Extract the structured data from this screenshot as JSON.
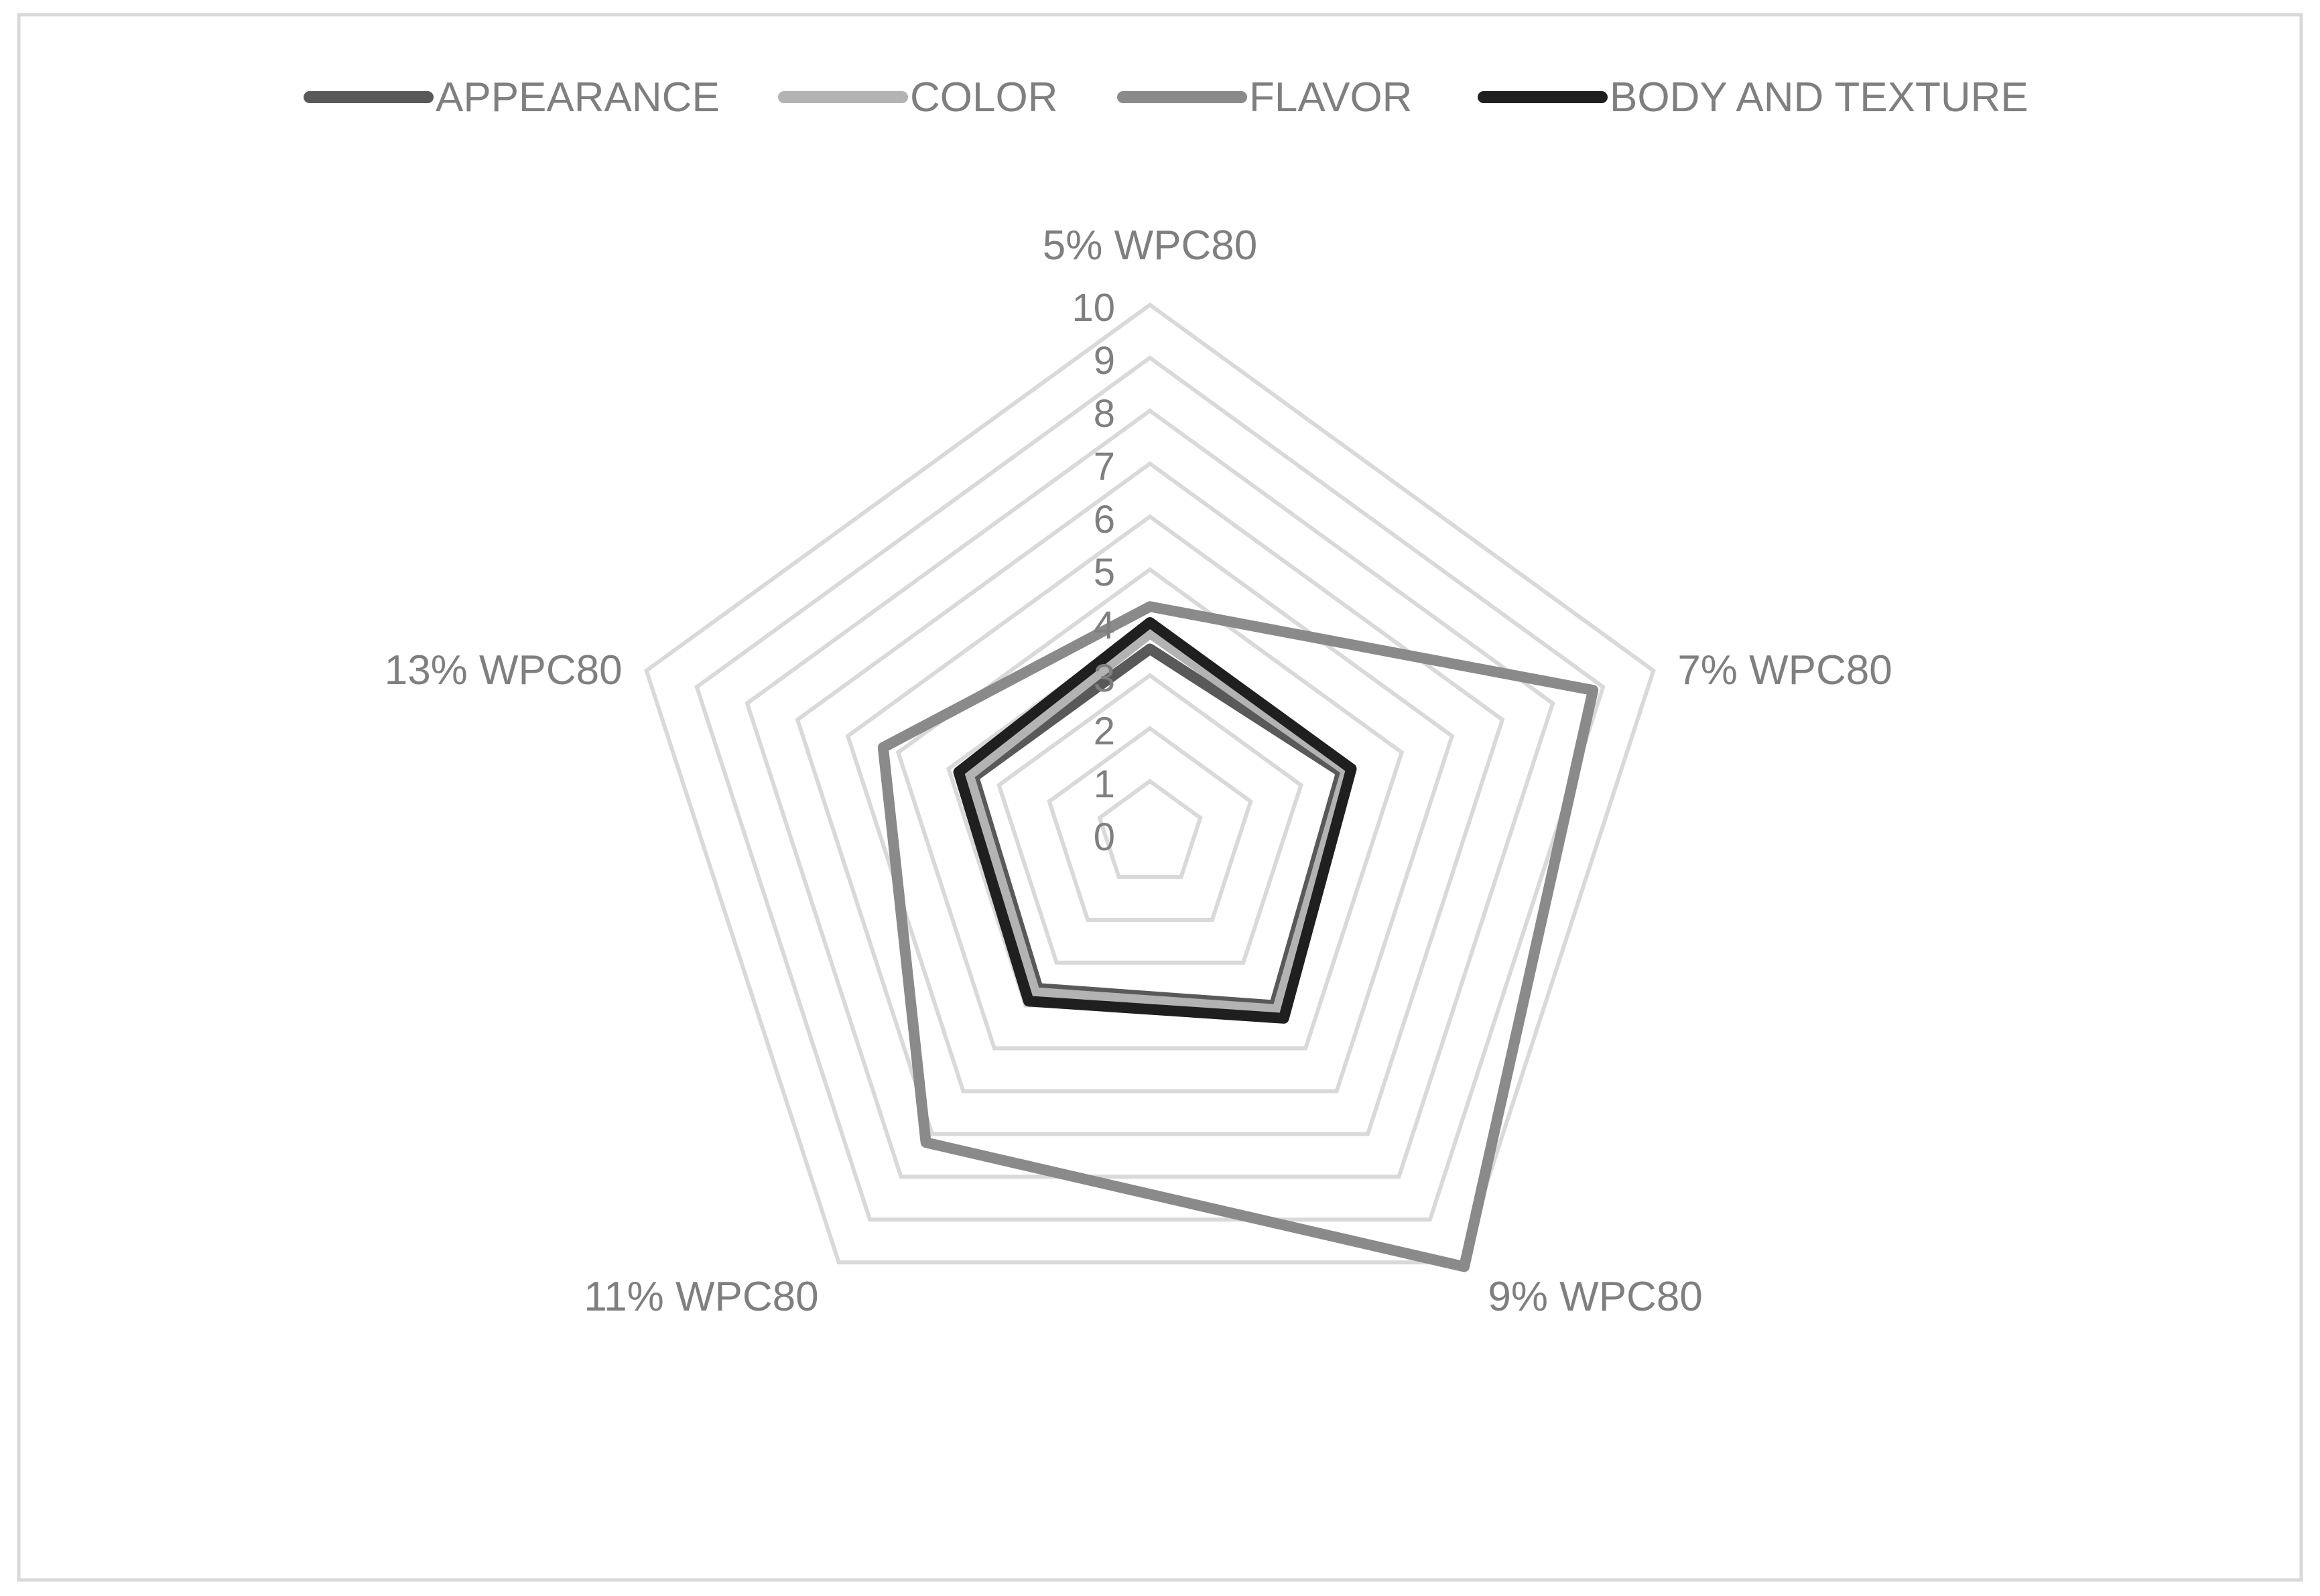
{
  "chart_data": {
    "type": "radar",
    "title": "",
    "categories": [
      "5% WPC80",
      "7% WPC80",
      "9% WPC80",
      "11% WPC80",
      "13% WPC80"
    ],
    "r_ticks": [
      "0",
      "1",
      "2",
      "3",
      "4",
      "5",
      "6",
      "7",
      "8",
      "9",
      "10"
    ],
    "r_range": [
      0,
      10
    ],
    "grid": true,
    "legend_position": "top",
    "series": [
      {
        "name": "APPEARANCE",
        "values": [
          3.5,
          3.8,
          4.0,
          3.6,
          3.5
        ],
        "color": "#595959",
        "draw_order": 1
      },
      {
        "name": "COLOR",
        "values": [
          3.8,
          3.9,
          4.1,
          3.7,
          3.6
        ],
        "color": "#b3b3b3",
        "draw_order": 2
      },
      {
        "name": "FLAVOR",
        "values": [
          4.3,
          8.8,
          10.1,
          7.2,
          5.3
        ],
        "color": "#8a8a8a",
        "draw_order": 0
      },
      {
        "name": "BODY AND TEXTURE",
        "values": [
          4.0,
          4.0,
          4.3,
          3.9,
          3.8
        ],
        "color": "#1f1f1f",
        "draw_order": 3
      }
    ]
  }
}
